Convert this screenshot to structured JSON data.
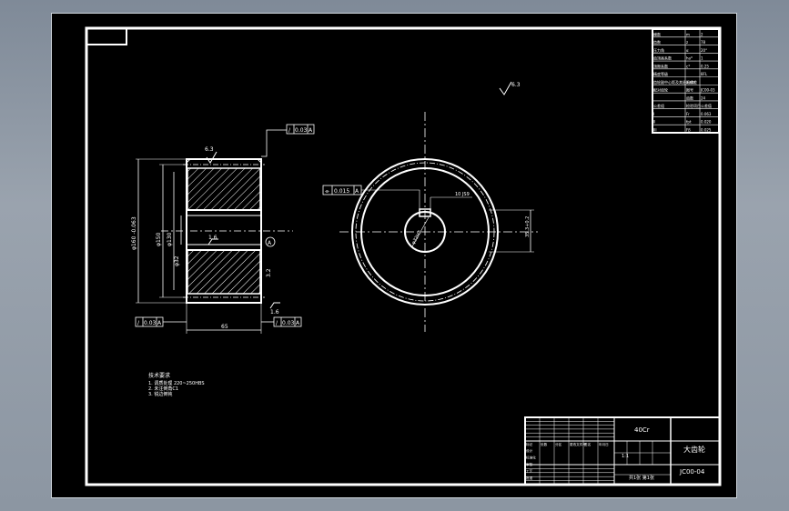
{
  "colors": {
    "background": "#000000",
    "lines": "#ffffff",
    "frame_bg": "#8e98a4"
  },
  "top_left_box": {
    "label": ""
  },
  "param_table": {
    "rows": [
      [
        "模数",
        "m",
        "2"
      ],
      [
        "齿数",
        "z",
        "78"
      ],
      [
        "压力角",
        "α",
        "20°"
      ],
      [
        "齿顶高系数",
        "ha*",
        "1"
      ],
      [
        "顶隙系数",
        "c*",
        "0.25"
      ],
      [
        "精度等级",
        "",
        "8FL"
      ],
      [
        "齿轮副中心距及其极限偏差",
        "a±fa",
        ""
      ],
      [
        "配对齿轮",
        "图号",
        "JC00-03"
      ],
      [
        "",
        "齿数",
        "24"
      ],
      [
        "公差组",
        "检验项目",
        "公差值"
      ],
      [
        "I",
        "Fr",
        "0.063"
      ],
      [
        "II",
        "fpt",
        "0.020"
      ],
      [
        "III",
        "Fβ",
        "0.025"
      ]
    ]
  },
  "roughness_general": "6.3",
  "left_view": {
    "gtol_top": [
      "/",
      "0.03",
      "A"
    ],
    "gtol_bottom_left": [
      "/",
      "0.03",
      "A"
    ],
    "gtol_bottom_right": [
      "/",
      "0.03",
      "A"
    ],
    "rough_top": "6.3",
    "rough_bore": "1.6",
    "rough_bottom": "1.6",
    "rough_right": "3.2",
    "dim_outer": "φ160 -0.063",
    "dim_root": "φ150",
    "dim_hub": "φ130",
    "dim_bore": "φ32",
    "dim_width": "65",
    "datum": "A"
  },
  "right_view": {
    "gtol_sym": [
      "⌯",
      "0.015",
      "A"
    ],
    "dim_key": "10 JS9",
    "dim_keyway": "35.3+0.2",
    "dim_bore": "φ32H7"
  },
  "notes": {
    "title": "技术要求",
    "lines": [
      "1. 调质处理 220~250HBS",
      "2. 未注倒角C1",
      "3. 锐边倒钝"
    ]
  },
  "title_block": {
    "material": "40Cr",
    "part_name": "大齿轮",
    "drawing_no": "JC00-04",
    "scale": "1:1",
    "sheet": "共1张 第1张",
    "header_cells": [
      "标记",
      "处数",
      "分区",
      "更改文件号",
      "签名",
      "年月日"
    ],
    "role_cells": [
      "设计",
      "标准化",
      "审核",
      "工艺",
      "批准"
    ]
  }
}
